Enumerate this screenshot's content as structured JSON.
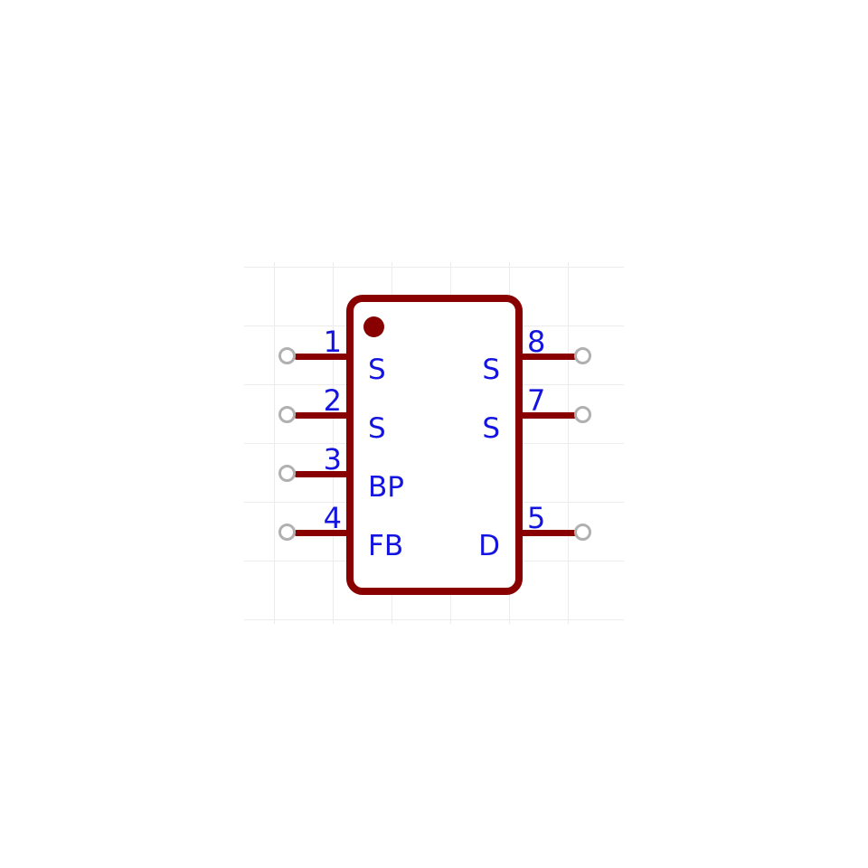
{
  "colors": {
    "symbol": "#880000",
    "pin_text": "#1414e0",
    "pad_ring": "#b0b0b0",
    "grid": "#ececec",
    "bg": "#ffffff"
  },
  "symbol": {
    "pin1_marker": "dot",
    "pins_left": [
      {
        "number": "1",
        "name": "S"
      },
      {
        "number": "2",
        "name": "S"
      },
      {
        "number": "3",
        "name": "BP"
      },
      {
        "number": "4",
        "name": "FB"
      }
    ],
    "pins_right": [
      {
        "number": "8",
        "name": "S"
      },
      {
        "number": "7",
        "name": "S"
      },
      {
        "number": "5",
        "name": "D"
      }
    ]
  }
}
